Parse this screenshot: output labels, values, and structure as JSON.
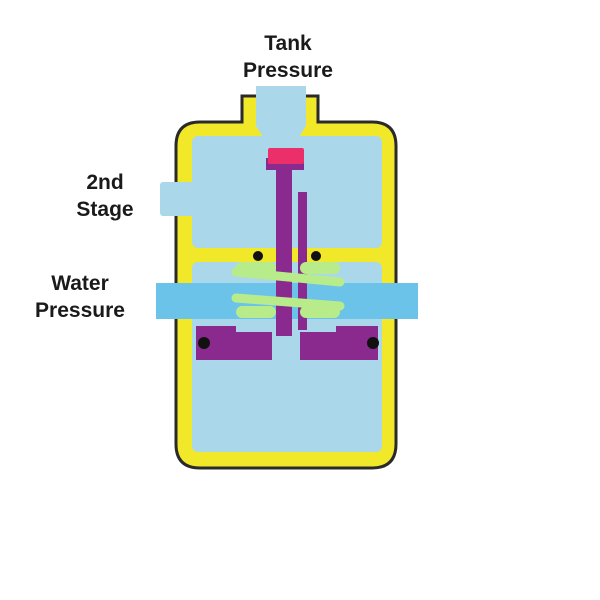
{
  "labels": {
    "tank_pressure": [
      "Tank",
      "Pressure"
    ],
    "second_stage": [
      "2nd",
      "Stage"
    ],
    "water_pressure": [
      "Water",
      "Pressure"
    ]
  },
  "colors": {
    "housing": "#f2e82a",
    "housing_outline": "#2a2a2a",
    "water": "#aad8ea",
    "flow_pipe": "#6cc3ea",
    "piston": "#8a2a8e",
    "spring": "#b8ec8a",
    "seal": "#ea2f6a",
    "stem": "#8a2a8e",
    "o_ring": "#111111"
  }
}
